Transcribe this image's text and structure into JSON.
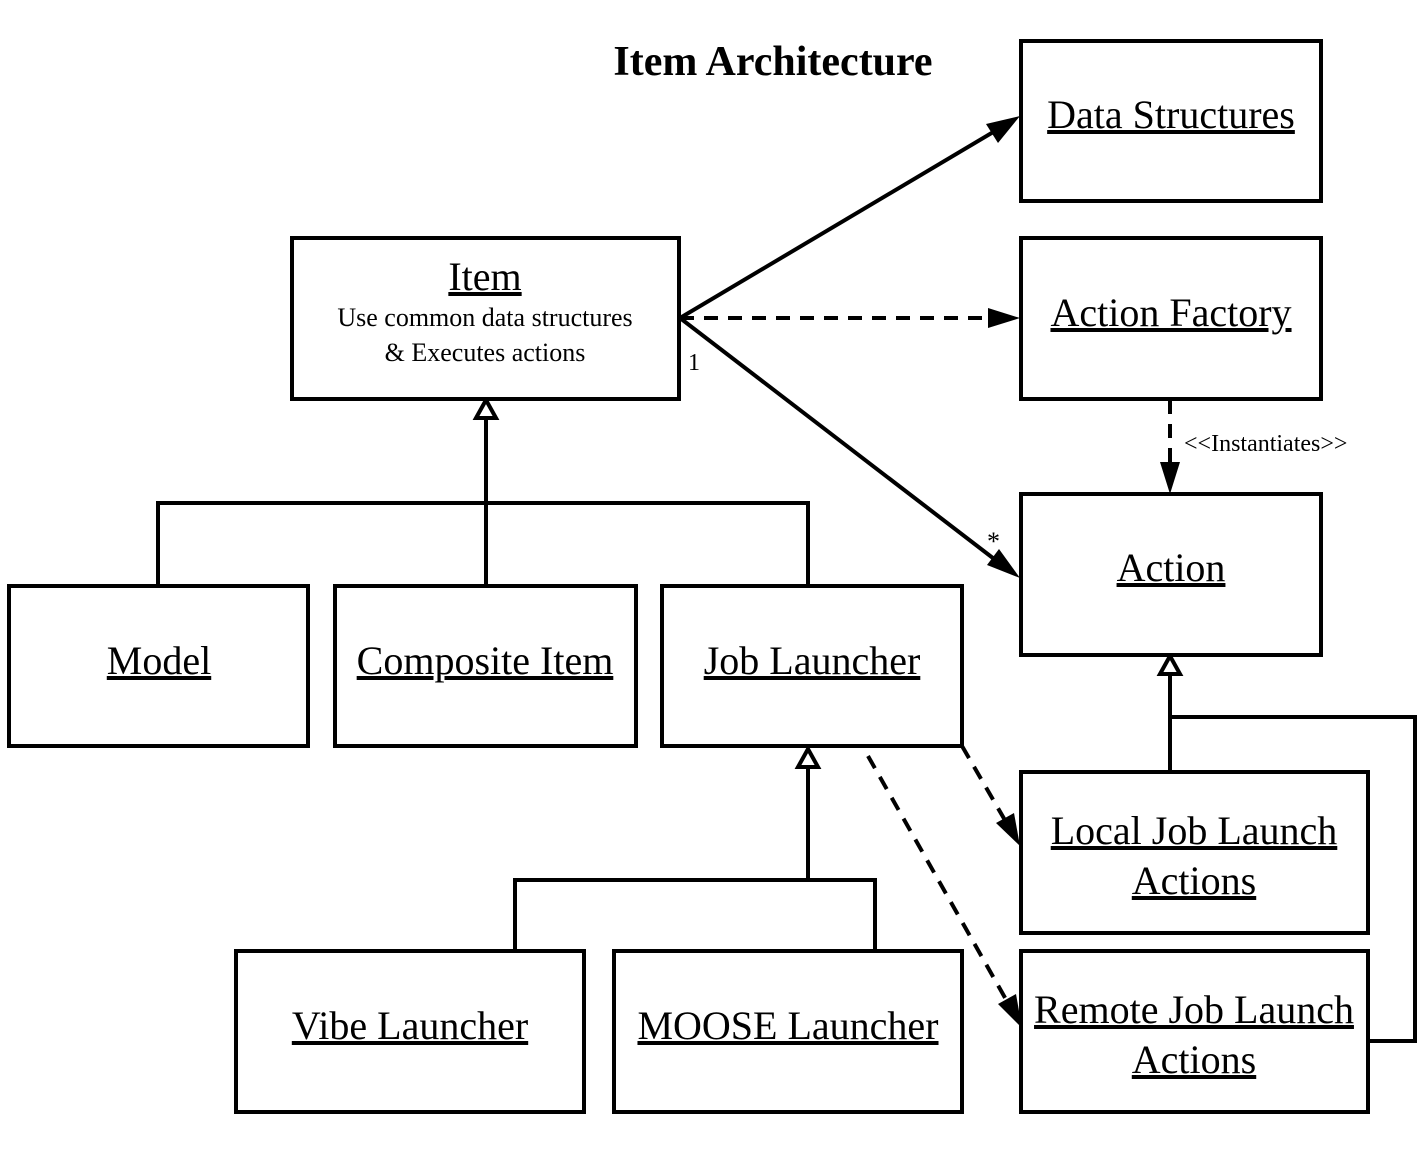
{
  "title": "Item Architecture",
  "boxes": {
    "data_structures": "Data Structures",
    "item": "Item",
    "item_desc_1": "Use common data structures",
    "item_desc_2": "& Executes actions",
    "action_factory": "Action Factory",
    "action": "Action",
    "model": "Model",
    "composite_item": "Composite Item",
    "job_launcher": "Job Launcher",
    "vibe_launcher": "Vibe Launcher",
    "moose_launcher": "MOOSE Launcher",
    "local_job_launch_1": "Local Job Launch",
    "local_job_launch_2": "Actions",
    "remote_job_launch_1": "Remote Job Launch",
    "remote_job_launch_2": "Actions"
  },
  "annotations": {
    "multiplicity_one": "1",
    "multiplicity_many": "*",
    "instantiates": "<<Instantiates>>"
  }
}
